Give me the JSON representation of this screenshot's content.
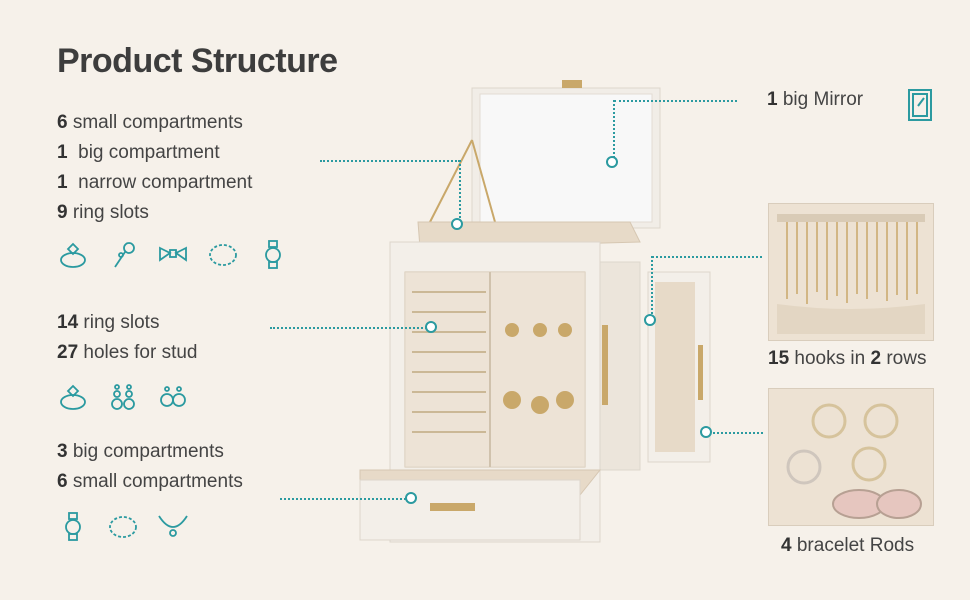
{
  "title": "Product Structure",
  "top_group": {
    "lines": [
      {
        "num": "6",
        "text": "small compartments"
      },
      {
        "num": "1",
        "text": "big compartment"
      },
      {
        "num": "1",
        "text": "narrow compartment"
      },
      {
        "num": "9",
        "text": "ring slots"
      }
    ],
    "icons": [
      "ring-icon",
      "brooch-icon",
      "bow-tie-icon",
      "bracelet-icon",
      "watch-icon"
    ]
  },
  "middle_group": {
    "lines": [
      {
        "num": "14",
        "text": "ring slots"
      },
      {
        "num": "27",
        "text": "holes for stud"
      }
    ],
    "icons": [
      "ring-icon",
      "drop-earrings-icon",
      "stud-earrings-icon"
    ]
  },
  "bottom_group": {
    "lines": [
      {
        "num": "3",
        "text": "big compartments"
      },
      {
        "num": "6",
        "text": "small compartments"
      }
    ],
    "icons": [
      "watch-icon",
      "bracelet-icon",
      "necklace-icon"
    ]
  },
  "right": {
    "mirror": {
      "num": "1",
      "text": "big Mirror",
      "icon": "mirror-icon"
    },
    "hooks": {
      "num1": "15",
      "text1": "hooks in",
      "num2": "2",
      "text2": "rows"
    },
    "rods": {
      "num": "4",
      "text": "bracelet Rods"
    }
  },
  "colors": {
    "accent": "#2b9aa0",
    "background": "#f6f1ea",
    "box": "#f3efe9",
    "velvet": "#e7dac8"
  }
}
